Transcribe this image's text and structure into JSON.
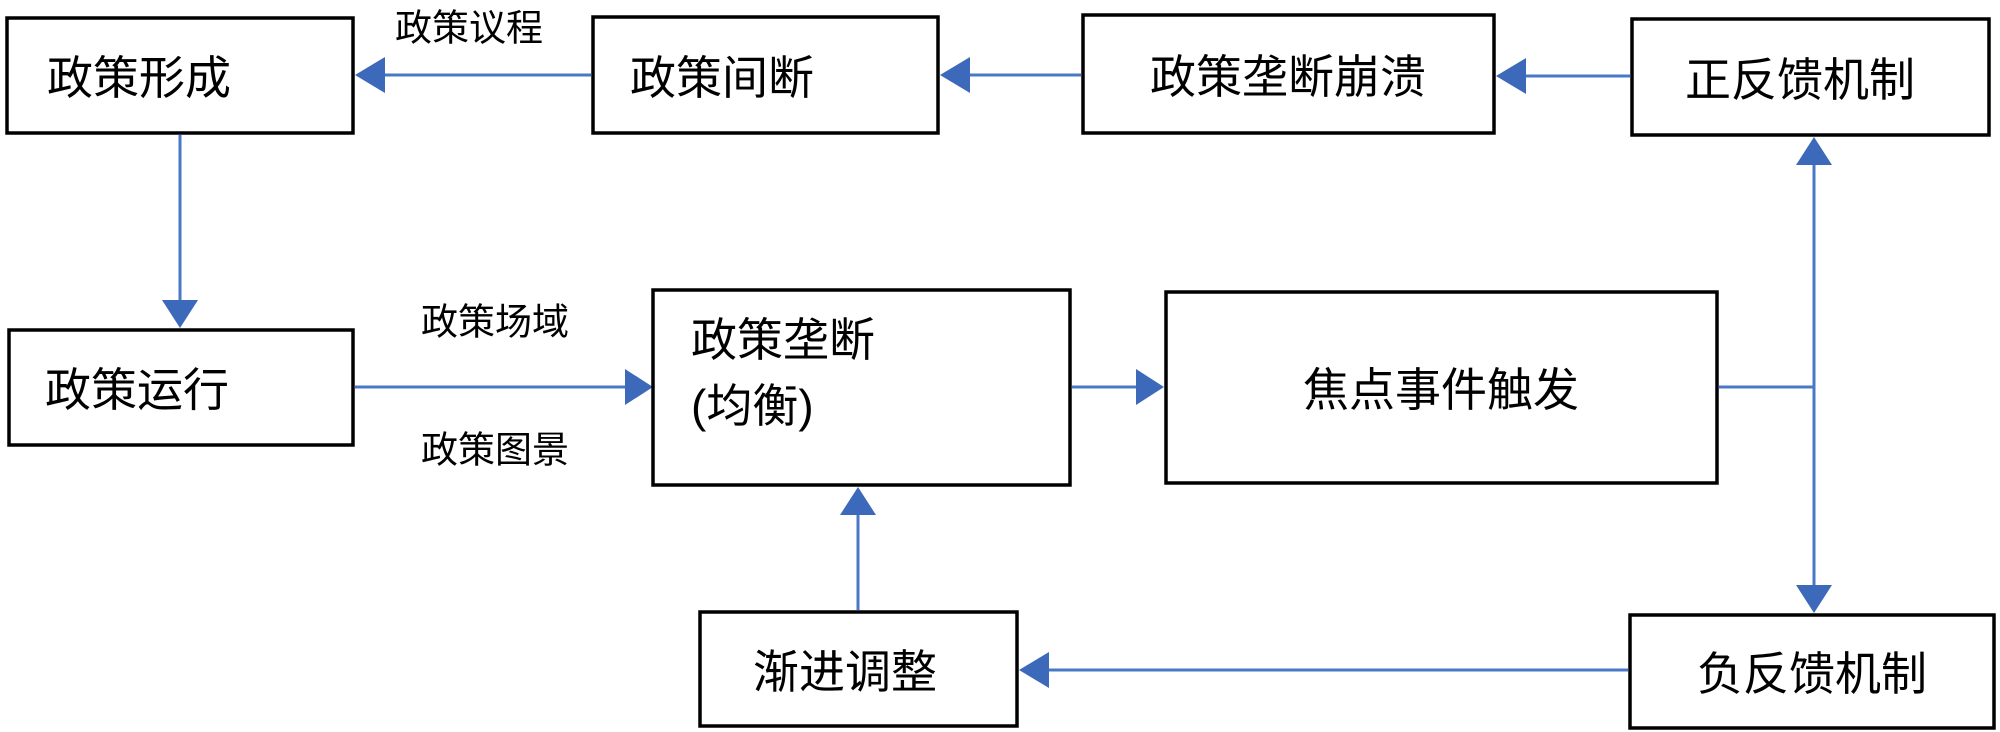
{
  "diagram": {
    "nodes": {
      "formation": "政策形成",
      "punctuation": "政策间断",
      "collapse": "政策垄断崩溃",
      "positive_feedback": "正反馈机制",
      "operation": "政策运行",
      "monopoly_line1": "政策垄断",
      "monopoly_line2": "(均衡)",
      "focusing_event": "焦点事件触发",
      "incremental": "渐进调整",
      "negative_feedback": "负反馈机制"
    },
    "edge_labels": {
      "agenda": "政策议程",
      "field": "政策场域",
      "image": "政策图景"
    },
    "colors": {
      "line": "#4a78c8",
      "arrowhead": "#3d69ba",
      "box_border": "#000000",
      "text": "#000000",
      "background": "#ffffff"
    }
  }
}
